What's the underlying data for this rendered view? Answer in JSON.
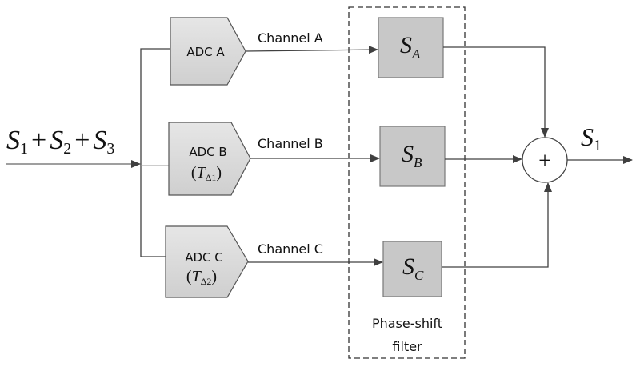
{
  "input": {
    "label": "S",
    "terms": [
      {
        "sym": "S",
        "sub": "1"
      },
      {
        "sym": "S",
        "sub": "2"
      },
      {
        "sym": "S",
        "sub": "3"
      }
    ],
    "plus": "+"
  },
  "adcs": [
    {
      "label": "ADC A",
      "delay": null
    },
    {
      "label": "ADC B",
      "delay": {
        "sym": "T",
        "sub": "Δ1"
      }
    },
    {
      "label": "ADC C",
      "delay": {
        "sym": "T",
        "sub": "Δ2"
      }
    }
  ],
  "channels": [
    "Channel A",
    "Channel B",
    "Channel C"
  ],
  "filters": [
    {
      "sym": "S",
      "sub": "A"
    },
    {
      "sym": "S",
      "sub": "B"
    },
    {
      "sym": "S",
      "sub": "C"
    }
  ],
  "filter_group": {
    "line1": "Phase-shift",
    "line2": "filter"
  },
  "summer": {
    "symbol": "+"
  },
  "output": {
    "sym": "S",
    "sub": "1"
  },
  "colors": {
    "block_fill": "#c8c8c8",
    "adc_fill": "#d9d9d9",
    "line": "#404040"
  }
}
